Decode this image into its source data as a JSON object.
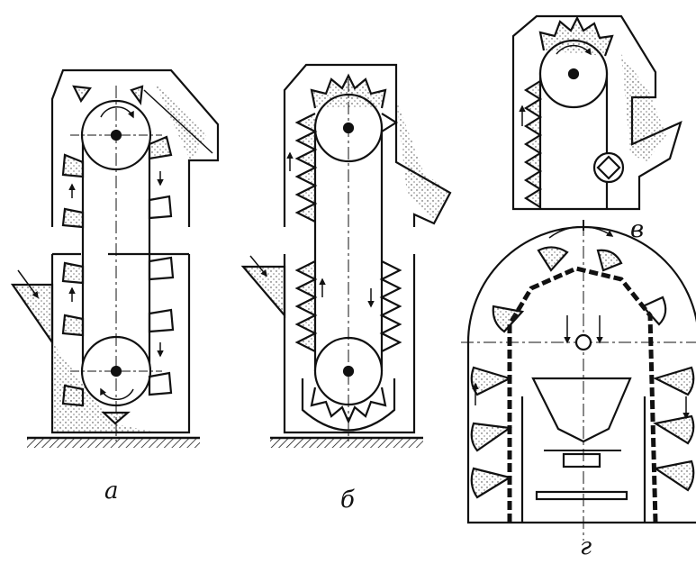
{
  "figure": {
    "panels": [
      {
        "id": "a",
        "label": "а"
      },
      {
        "id": "b",
        "label": "б"
      },
      {
        "id": "v",
        "label": "в"
      },
      {
        "id": "g",
        "label": "г"
      }
    ]
  },
  "colors": {
    "line": "#111111",
    "stipple": "#333333",
    "background": "#ffffff"
  }
}
